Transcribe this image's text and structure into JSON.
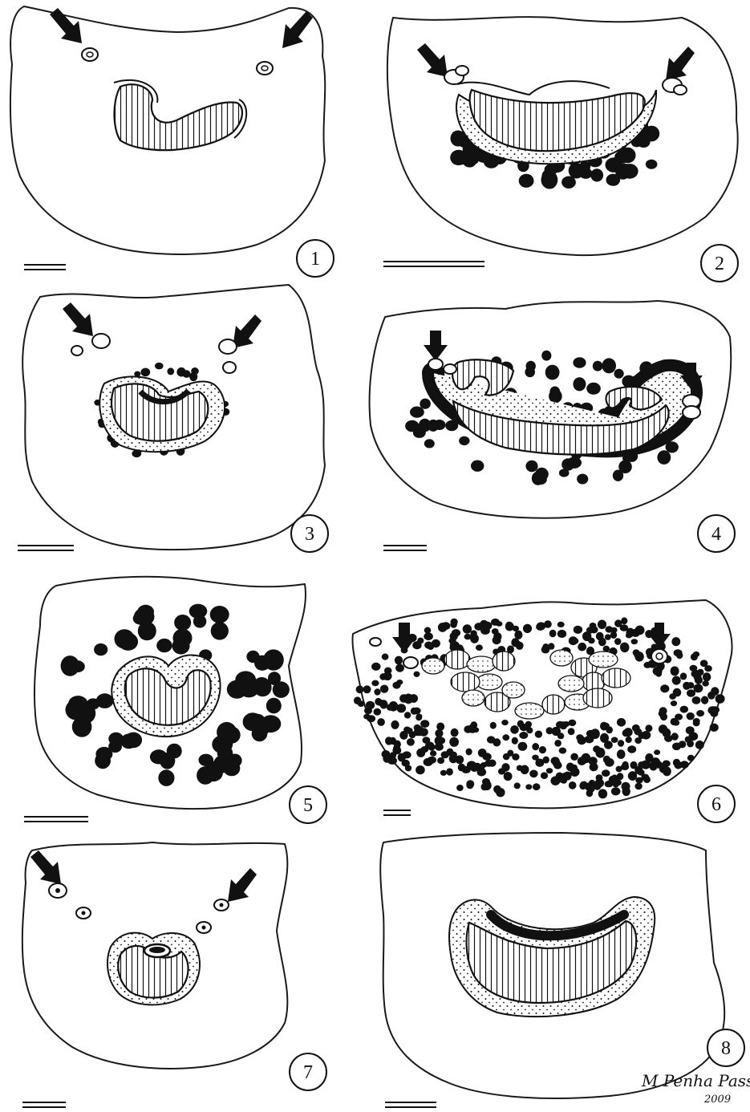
{
  "panels": [
    {
      "label": "1"
    },
    {
      "label": "2"
    },
    {
      "label": "3"
    },
    {
      "label": "4"
    },
    {
      "label": "5"
    },
    {
      "label": "6"
    },
    {
      "label": "7"
    },
    {
      "label": "8"
    }
  ],
  "signature": {
    "name": "M Penha Passos",
    "year": "2009"
  },
  "colors": {
    "ink": "#111111",
    "paper": "#ffffff"
  }
}
